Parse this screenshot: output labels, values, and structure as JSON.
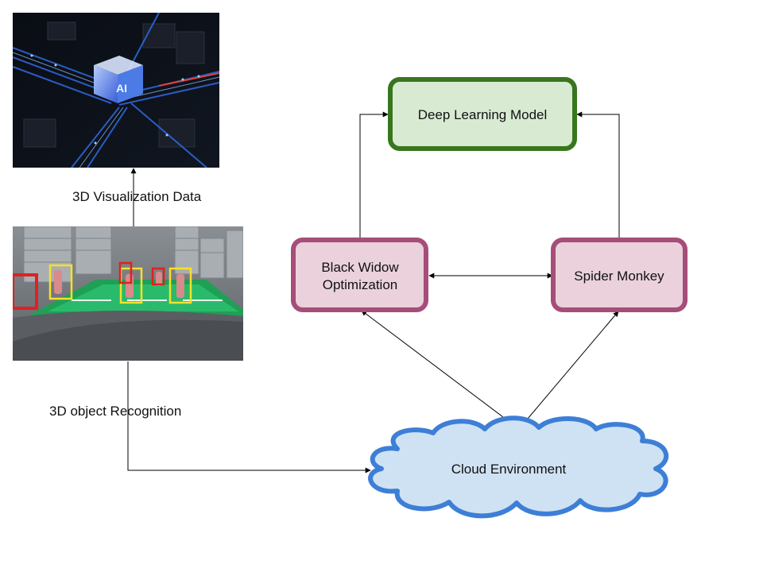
{
  "nodes": {
    "deep_learning": {
      "label": "Deep Learning Model"
    },
    "black_widow": {
      "line1": "Black Widow",
      "line2": "Optimization"
    },
    "spider_monkey": {
      "label": "Spider Monkey"
    },
    "cloud": {
      "label": "Cloud Environment"
    }
  },
  "labels": {
    "visualization": "3D Visualization Data",
    "recognition": "3D object Recognition"
  },
  "images": {
    "top": "ai-chip-circuit-image",
    "middle": "street-object-detection-image"
  },
  "colors": {
    "green_fill": "#d9ead3",
    "green_stroke": "#38761d",
    "pink_fill": "#ead1dc",
    "pink_stroke": "#a64d79",
    "cloud_fill": "#cfe2f3",
    "cloud_stroke": "#3d7fd6"
  }
}
